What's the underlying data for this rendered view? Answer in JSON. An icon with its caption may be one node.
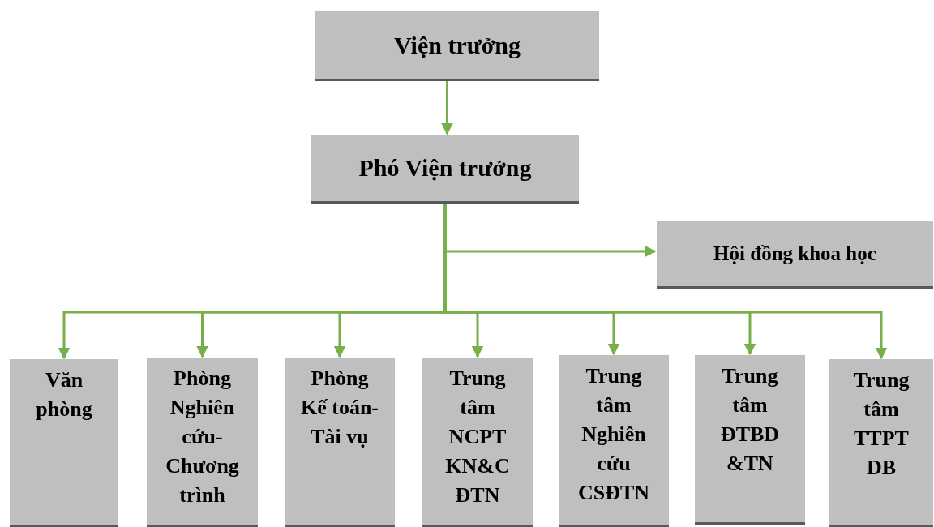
{
  "diagram": {
    "nodes": [
      {
        "text": [
          "Viện trưởng"
        ]
      },
      {
        "text": [
          "Phó Viện trưởng"
        ]
      },
      {
        "text": [
          "Hội đồng khoa học"
        ]
      },
      {
        "text": [
          "Văn phòng"
        ]
      },
      {
        "text": [
          "Phòng Nghiên cứu-Chương trình"
        ]
      },
      {
        "text": [
          "Phòng Kế toán-Tài vụ"
        ]
      },
      {
        "text": [
          "Trung tâm NCPT KN&C ĐTN"
        ]
      },
      {
        "text": [
          "Trung tâm Nghiên cứu CSĐTN"
        ]
      },
      {
        "text": [
          "Trung tâm ĐTBD &TN"
        ]
      },
      {
        "text": [
          "Trung tâm TTPT DB"
        ]
      }
    ],
    "edges": [
      {
        "from": 0,
        "to": 1,
        "arrow": "to"
      },
      {
        "from": 1,
        "to": 2,
        "arrow": "to"
      },
      {
        "from": 1,
        "to": 3,
        "arrow": "to"
      },
      {
        "from": 1,
        "to": 4,
        "arrow": "to"
      },
      {
        "from": 1,
        "to": 5,
        "arrow": "to"
      },
      {
        "from": 1,
        "to": 6,
        "arrow": "to"
      },
      {
        "from": 1,
        "to": 7,
        "arrow": "to"
      },
      {
        "from": 1,
        "to": 8,
        "arrow": "to"
      },
      {
        "from": 1,
        "to": 9,
        "arrow": "to"
      }
    ]
  }
}
